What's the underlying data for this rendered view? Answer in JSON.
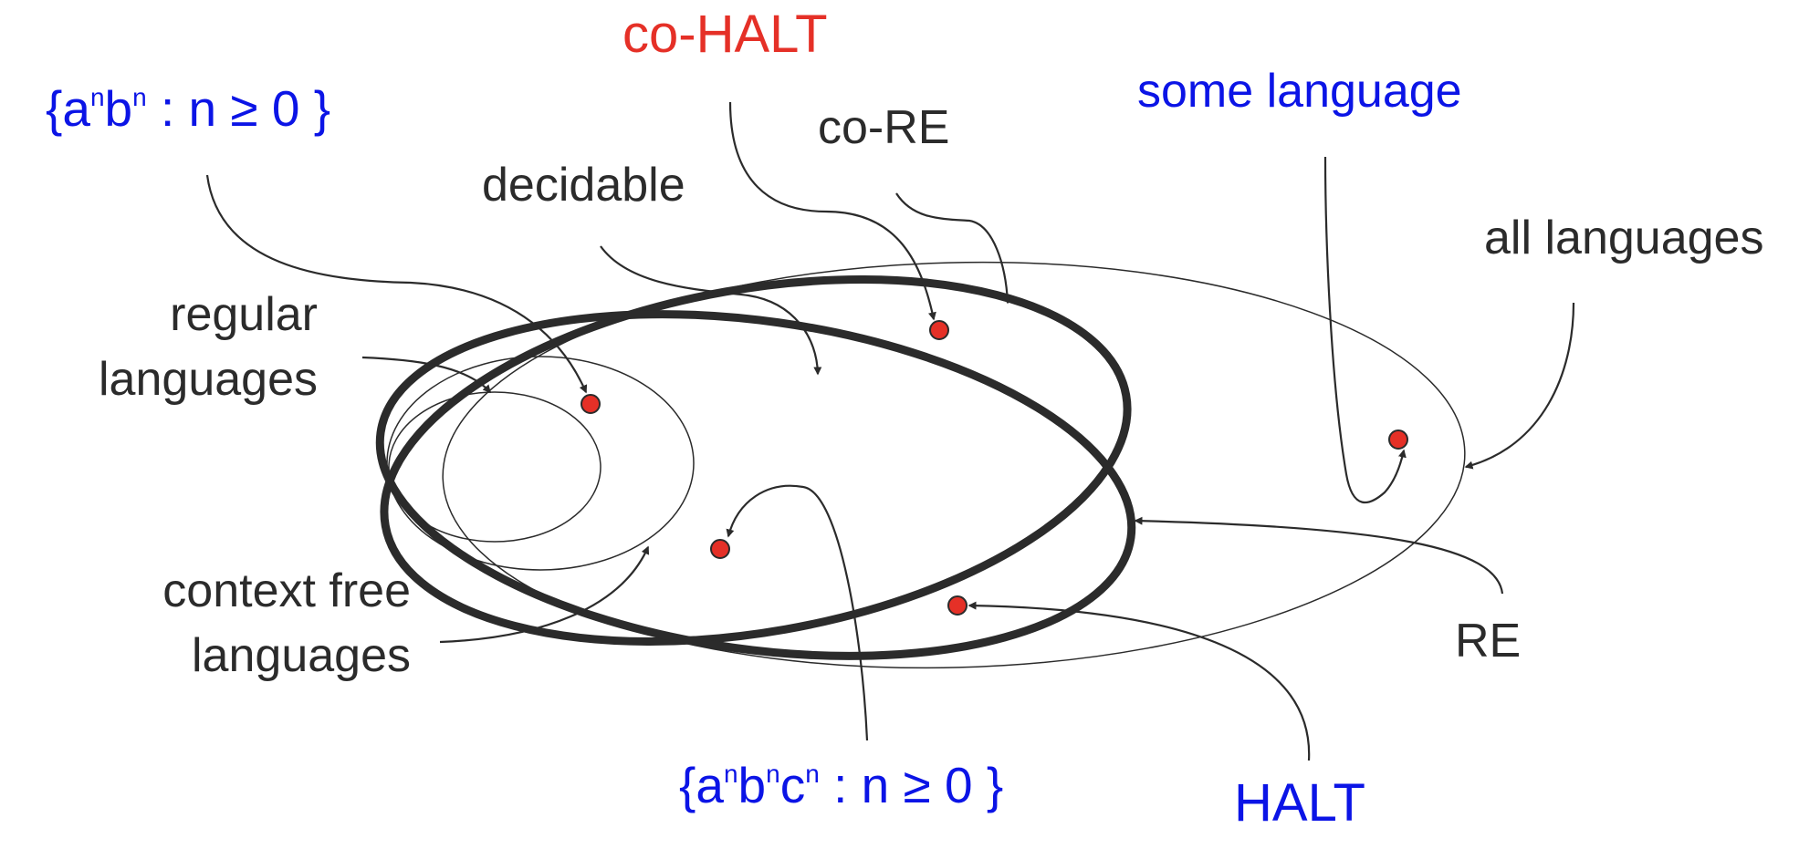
{
  "colors": {
    "ink": "#2b2b2b",
    "highlight_blue": "#0b14e6",
    "highlight_red": "#e53027",
    "dot_fill": "#e53027"
  },
  "labels": {
    "co_halt": "co-HALT",
    "anbn_prefix": "{a",
    "anbn_sup1": "n",
    "anbn_b": "b",
    "anbn_sup2": "n",
    "anbn_suffix": " : n ≥ 0 }",
    "co_re": "co-RE",
    "some_language": "some language",
    "decidable": "decidable",
    "all_languages": "all languages",
    "regular_line1": "regular",
    "regular_line2": "languages",
    "cf_line1": "context free",
    "cf_line2": "languages",
    "re": "RE",
    "anbncn_prefix": "{a",
    "anbncn_sup1": "n",
    "anbncn_b": "b",
    "anbncn_sup2": "n",
    "anbncn_c": "c",
    "anbncn_sup3": "n",
    "anbncn_suffix": " : n ≥ 0 }",
    "halt": "HALT"
  }
}
